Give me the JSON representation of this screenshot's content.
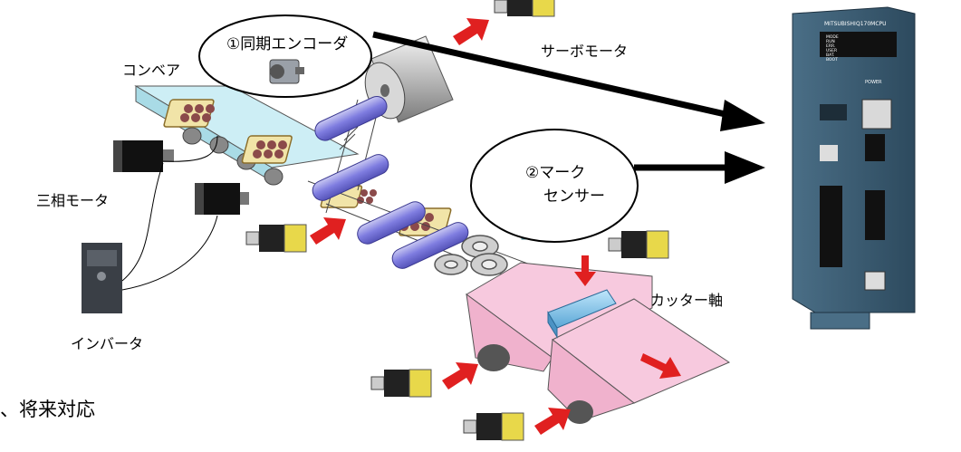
{
  "labels": {
    "encoder": "①同期エンコーダ",
    "servo_motor": "サーボモータ",
    "conveyor": "コンベア",
    "three_phase_motor": "三相モータ",
    "mark_sensor_line1": "②マーク",
    "mark_sensor_line2": "センサー",
    "cutter_axis": "カッター軸",
    "inverter": "インバータ",
    "future_support": "、将来対応"
  },
  "controller": {
    "model": "Q170MCPU",
    "brand": "MITSUBISHI",
    "indicators": [
      "MODE",
      "RUN",
      "ERR.",
      "USER",
      "BAT.",
      "BOOT"
    ],
    "power_label": "POWER"
  }
}
